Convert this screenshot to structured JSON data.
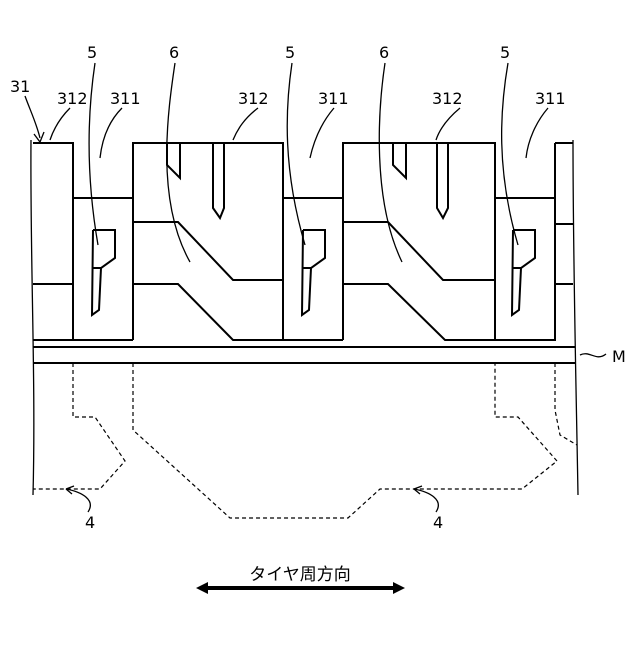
{
  "labels": {
    "tread_block_group": "31",
    "block_a_left": "312",
    "block_b_left": "311",
    "block_a_mid": "312",
    "block_b_mid": "311",
    "block_a_right": "312",
    "block_b_right": "311",
    "sipe_left": "5",
    "sipe_mid": "5",
    "sipe_right": "5",
    "groove_left": "6",
    "groove_right": "6",
    "membrane": "M",
    "region_left": "4",
    "region_right": "4"
  },
  "caption": "タイヤ周方向"
}
